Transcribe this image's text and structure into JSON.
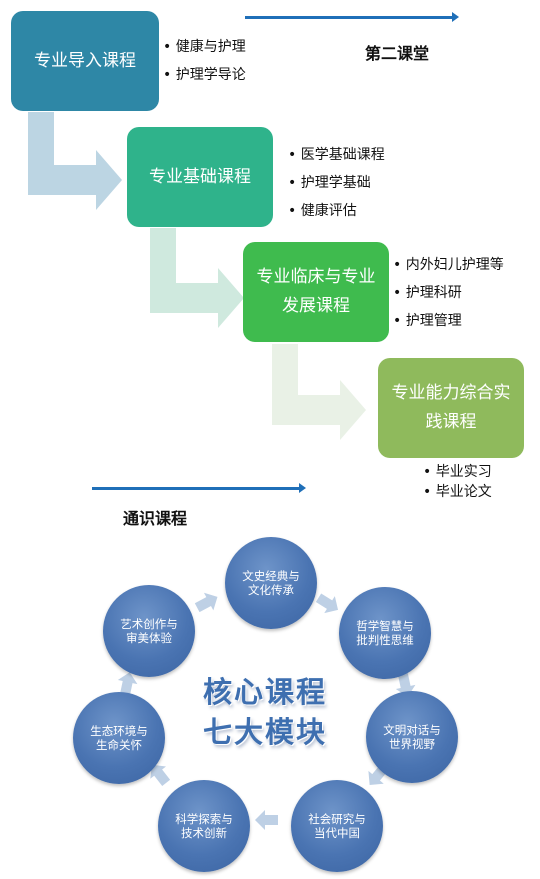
{
  "second_classroom": {
    "title": "第二课堂"
  },
  "general_education": {
    "title": "通识课程"
  },
  "stages": [
    {
      "label": "专业导入课程",
      "color": "#2e87a6",
      "courses": [
        "健康与护理",
        "护理学导论"
      ]
    },
    {
      "label": "专业基础课程",
      "color": "#2fb38b",
      "courses": [
        "医学基础课程",
        "护理学基础",
        "健康评估"
      ]
    },
    {
      "label": "专业临床与专业发展课程",
      "color": "#3fbb4e",
      "courses": [
        "内外妇儿护理等",
        "护理科研",
        "护理管理"
      ]
    },
    {
      "label": "专业能力综合实践课程",
      "color": "#8fba5c",
      "courses": [
        "毕业实习",
        "毕业论文"
      ]
    }
  ],
  "core": {
    "line1": "核心课程",
    "line2": "七大模块"
  },
  "modules": [
    "文史经典与文化传承",
    "哲学智慧与批判性思维",
    "文明对话与世界视野",
    "社会研究与当代中国",
    "科学探索与技术创新",
    "生态环境与生命关怀",
    "艺术创作与审美体验"
  ]
}
